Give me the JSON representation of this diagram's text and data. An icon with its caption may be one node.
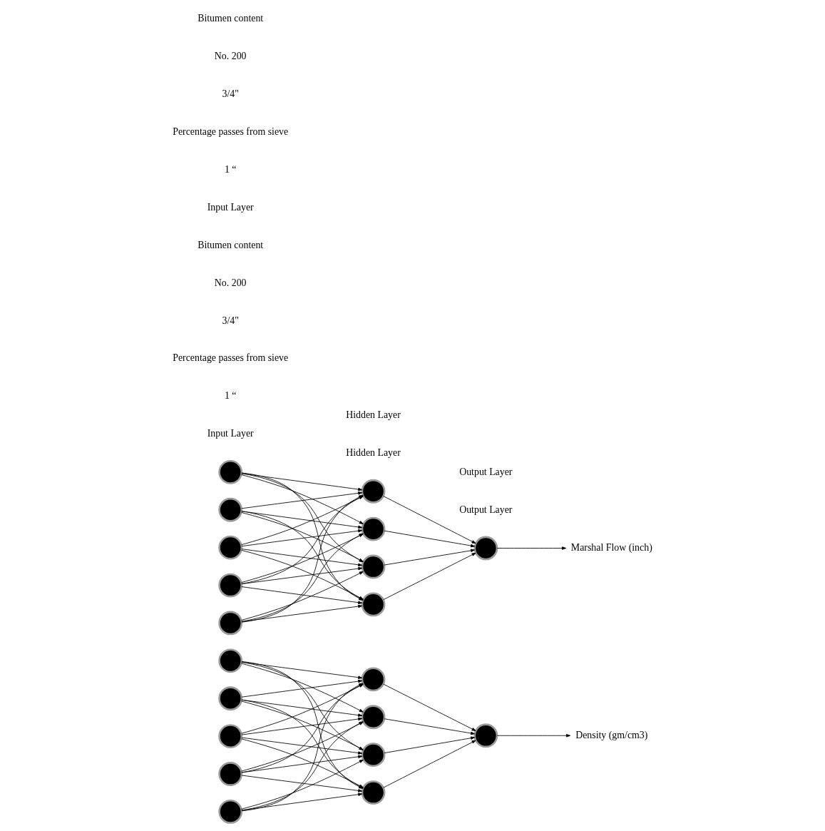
{
  "diagram": {
    "nodes": [
      {
        "text": [],
        "shape": "circle"
      },
      {
        "text": [],
        "shape": "circle"
      },
      {
        "text": [],
        "shape": "circle"
      },
      {
        "text": [],
        "shape": "circle"
      },
      {
        "text": [],
        "shape": "circle"
      },
      {
        "text": [],
        "shape": "circle"
      },
      {
        "text": [],
        "shape": "circle"
      },
      {
        "text": [],
        "shape": "circle"
      },
      {
        "text": [],
        "shape": "circle"
      },
      {
        "text": [],
        "shape": "circle"
      },
      {
        "text": [
          "Density (gm/cm3)"
        ]
      },
      {
        "text": [],
        "shape": "circle"
      },
      {
        "text": [],
        "shape": "circle"
      },
      {
        "text": [],
        "shape": "circle"
      },
      {
        "text": [],
        "shape": "circle"
      },
      {
        "text": [],
        "shape": "circle"
      },
      {
        "text": [],
        "shape": "circle"
      },
      {
        "text": [],
        "shape": "circle"
      },
      {
        "text": [],
        "shape": "circle"
      },
      {
        "text": [],
        "shape": "circle"
      },
      {
        "text": [],
        "shape": "circle"
      },
      {
        "text": [
          "Marshal Flow (inch)"
        ]
      }
    ],
    "edges": [
      {
        "from": 0,
        "to": 5,
        "arrow": "to"
      },
      {
        "from": 0,
        "to": 6,
        "arrow": "to"
      },
      {
        "from": 0,
        "to": 7,
        "arrow": "to"
      },
      {
        "from": 0,
        "to": 8,
        "arrow": "to"
      },
      {
        "from": 1,
        "to": 5,
        "arrow": "to"
      },
      {
        "from": 1,
        "to": 6,
        "arrow": "to"
      },
      {
        "from": 1,
        "to": 7,
        "arrow": "to"
      },
      {
        "from": 1,
        "to": 8,
        "arrow": "to"
      },
      {
        "from": 2,
        "to": 5,
        "arrow": "to"
      },
      {
        "from": 2,
        "to": 6,
        "arrow": "to"
      },
      {
        "from": 2,
        "to": 7,
        "arrow": "to"
      },
      {
        "from": 2,
        "to": 8,
        "arrow": "to"
      },
      {
        "from": 3,
        "to": 5,
        "arrow": "to"
      },
      {
        "from": 3,
        "to": 6,
        "arrow": "to"
      },
      {
        "from": 3,
        "to": 7,
        "arrow": "to"
      },
      {
        "from": 3,
        "to": 8,
        "arrow": "to"
      },
      {
        "from": 4,
        "to": 5,
        "arrow": "to"
      },
      {
        "from": 4,
        "to": 6,
        "arrow": "to"
      },
      {
        "from": 4,
        "to": 7,
        "arrow": "to"
      },
      {
        "from": 4,
        "to": 8,
        "arrow": "to"
      },
      {
        "from": 5,
        "to": 9,
        "arrow": "to"
      },
      {
        "from": 6,
        "to": 9,
        "arrow": "to"
      },
      {
        "from": 7,
        "to": 9,
        "arrow": "to"
      },
      {
        "from": 8,
        "to": 9,
        "arrow": "to"
      },
      {
        "from": 9,
        "to": 10,
        "arrow": "to"
      },
      {
        "from": 11,
        "to": 16,
        "arrow": "to"
      },
      {
        "from": 11,
        "to": 17,
        "arrow": "to"
      },
      {
        "from": 11,
        "to": 18,
        "arrow": "to"
      },
      {
        "from": 11,
        "to": 19,
        "arrow": "to"
      },
      {
        "from": 12,
        "to": 16,
        "arrow": "to"
      },
      {
        "from": 12,
        "to": 17,
        "arrow": "to"
      },
      {
        "from": 12,
        "to": 18,
        "arrow": "to"
      },
      {
        "from": 12,
        "to": 19,
        "arrow": "to"
      },
      {
        "from": 13,
        "to": 16,
        "arrow": "to"
      },
      {
        "from": 13,
        "to": 17,
        "arrow": "to"
      },
      {
        "from": 13,
        "to": 18,
        "arrow": "to"
      },
      {
        "from": 13,
        "to": 19,
        "arrow": "to"
      },
      {
        "from": 14,
        "to": 16,
        "arrow": "to"
      },
      {
        "from": 14,
        "to": 17,
        "arrow": "to"
      },
      {
        "from": 14,
        "to": 18,
        "arrow": "to"
      },
      {
        "from": 14,
        "to": 19,
        "arrow": "to"
      },
      {
        "from": 15,
        "to": 16,
        "arrow": "to"
      },
      {
        "from": 15,
        "to": 17,
        "arrow": "to"
      },
      {
        "from": 15,
        "to": 18,
        "arrow": "to"
      },
      {
        "from": 15,
        "to": 19,
        "arrow": "to"
      },
      {
        "from": 16,
        "to": 20,
        "arrow": "to"
      },
      {
        "from": 17,
        "to": 20,
        "arrow": "to"
      },
      {
        "from": 18,
        "to": 20,
        "arrow": "to"
      },
      {
        "from": 19,
        "to": 20,
        "arrow": "to"
      },
      {
        "from": 20,
        "to": 21,
        "arrow": "to"
      }
    ],
    "labels": [
      "Input Layer",
      "1 “",
      "Hidden Layer",
      "Percentage passes from sieve",
      "3/4\"",
      "Output Layer",
      "No. 200",
      "Bitumen content",
      "Input Layer",
      "1 “",
      "Hidden Layer",
      "Percentage passes from sieve",
      "3/4\"",
      "Output Layer",
      "No. 200",
      "Bitumen content"
    ]
  }
}
